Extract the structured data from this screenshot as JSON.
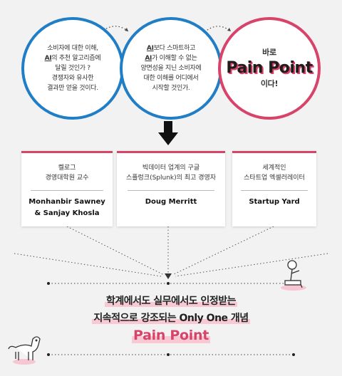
{
  "circles": [
    {
      "lines": [
        {
          "pre": "",
          "em": "",
          "post": "소비자에 대한 이해,"
        },
        {
          "pre": "",
          "em": "AI",
          "post": "의 추천 알고리즘에"
        },
        {
          "pre": "",
          "em": "",
          "post": "달릴 것인가 ?"
        },
        {
          "pre": "",
          "em": "",
          "post": "경쟁자와 유사한"
        },
        {
          "pre": "",
          "em": "",
          "post": "결과만 얻을 것이다."
        }
      ]
    },
    {
      "lines": [
        {
          "pre": "",
          "em": "AI",
          "post": "보다 스마트하고"
        },
        {
          "pre": "",
          "em": "AI",
          "post": "가 이해할 수 없는"
        },
        {
          "pre": "",
          "em": "",
          "post": "양면성을 지닌 소비자에"
        },
        {
          "pre": "",
          "em": "",
          "post": "대한 이해를 어디에서"
        },
        {
          "pre": "",
          "em": "",
          "post": "시작할 것인가."
        }
      ]
    },
    {
      "top": "바로",
      "big": "Pain Point",
      "bottom": "이다!"
    }
  ],
  "cards": [
    {
      "desc": [
        "켈로그",
        "경영대학원 교수"
      ],
      "name": [
        "Monhanbir Sawney",
        "& Sanjay Khosla"
      ]
    },
    {
      "desc": [
        "빅데이터 업계의 구글",
        "스플렁크(Splunk)의 최고 경영자"
      ],
      "name": [
        "Doug Merritt"
      ]
    },
    {
      "desc": [
        "세계적인",
        "스타트업 엑셀러레이터"
      ],
      "name": [
        "Startup Yard"
      ]
    }
  ],
  "bottom": {
    "line1": "학계에서도 실무에서도 인정받는",
    "line2": "지속적으로 강조되는 Only One 개념",
    "line3": "Pain Point"
  },
  "colors": {
    "blue": "#1f7ec6",
    "pink": "#d8436a"
  }
}
